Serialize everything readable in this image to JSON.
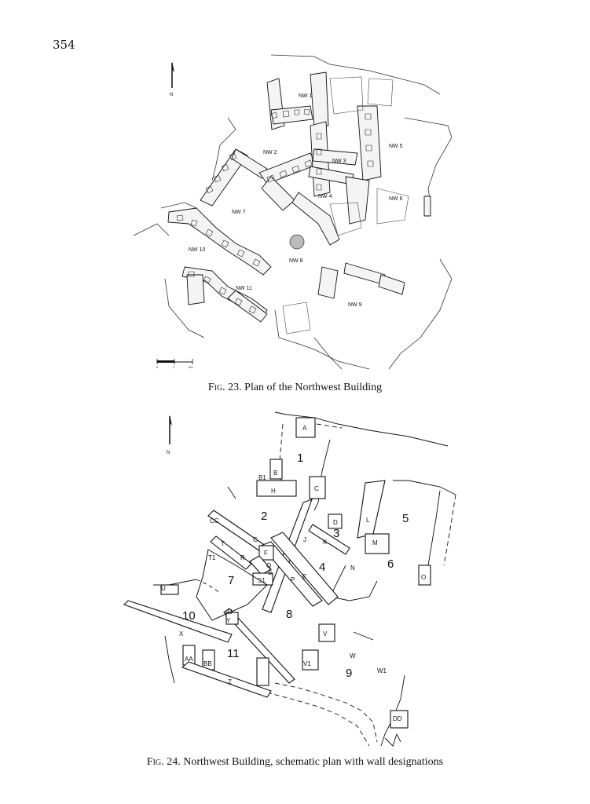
{
  "page_number": "354",
  "fig23": {
    "label": "Fig. 23.",
    "title": "Plan of the Northwest Building",
    "north": "N",
    "scale_labels": [
      "0",
      "1",
      "2m"
    ],
    "rooms": [
      "NW 1",
      "NW 2",
      "NW 3",
      "NW 4",
      "NW 5",
      "NW 6",
      "NW 7",
      "NW 8",
      "NW 9",
      "NW 10",
      "NW 11"
    ]
  },
  "fig24": {
    "label": "Fig. 24.",
    "title": "Northwest Building, schematic plan with wall designations",
    "north": "N",
    "room_numbers": [
      "1",
      "2",
      "3",
      "4",
      "5",
      "6",
      "7",
      "8",
      "9",
      "10",
      "11"
    ],
    "walls": [
      "A",
      "B",
      "B1",
      "H",
      "C",
      "CC",
      "G",
      "D",
      "L",
      "J",
      "K",
      "M",
      "T",
      "T1",
      "R",
      "F",
      "Q",
      "S",
      "S1",
      "P",
      "E",
      "N",
      "O",
      "U",
      "U",
      "Y",
      "X",
      "AA",
      "BB",
      "Z",
      "V",
      "V1",
      "W",
      "W1",
      "DD"
    ]
  }
}
